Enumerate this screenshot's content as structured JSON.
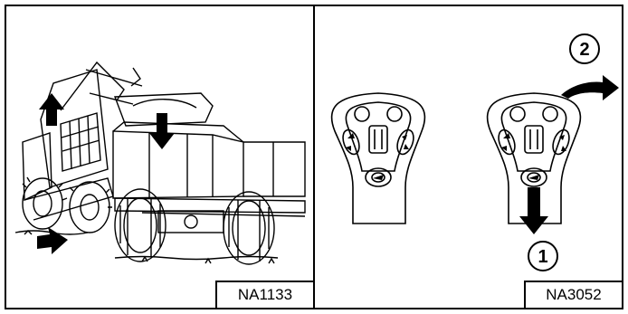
{
  "left_panel": {
    "figure_code": "NA1133"
  },
  "right_panel": {
    "figure_code": "NA3052",
    "callouts": [
      {
        "number": "1"
      },
      {
        "number": "2"
      }
    ]
  }
}
